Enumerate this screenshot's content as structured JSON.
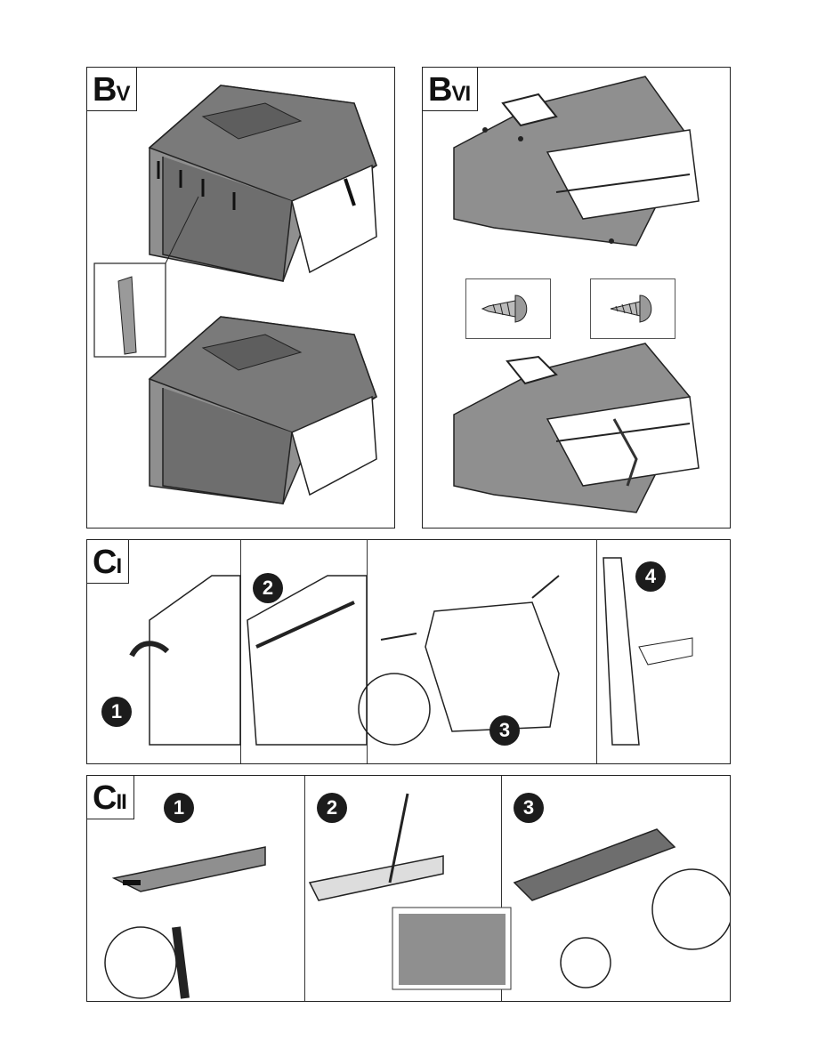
{
  "panels": {
    "bv": {
      "label_main": "B",
      "label_sub": "V"
    },
    "bvi": {
      "label_main": "B",
      "label_sub": "VI"
    },
    "ci": {
      "label_main": "C",
      "label_sub": "I"
    },
    "cii": {
      "label_main": "C",
      "label_sub": "II"
    }
  },
  "ci_steps": [
    "1",
    "2",
    "3",
    "4"
  ],
  "cii_steps": [
    "1",
    "2",
    "3"
  ],
  "colors": {
    "fill": "#8f8f8f",
    "fill_dark": "#6e6e6e",
    "line": "#222222",
    "badge": "#1c1c1c"
  },
  "icons": [
    "screw-icon",
    "screw-icon",
    "arrow-icon"
  ]
}
